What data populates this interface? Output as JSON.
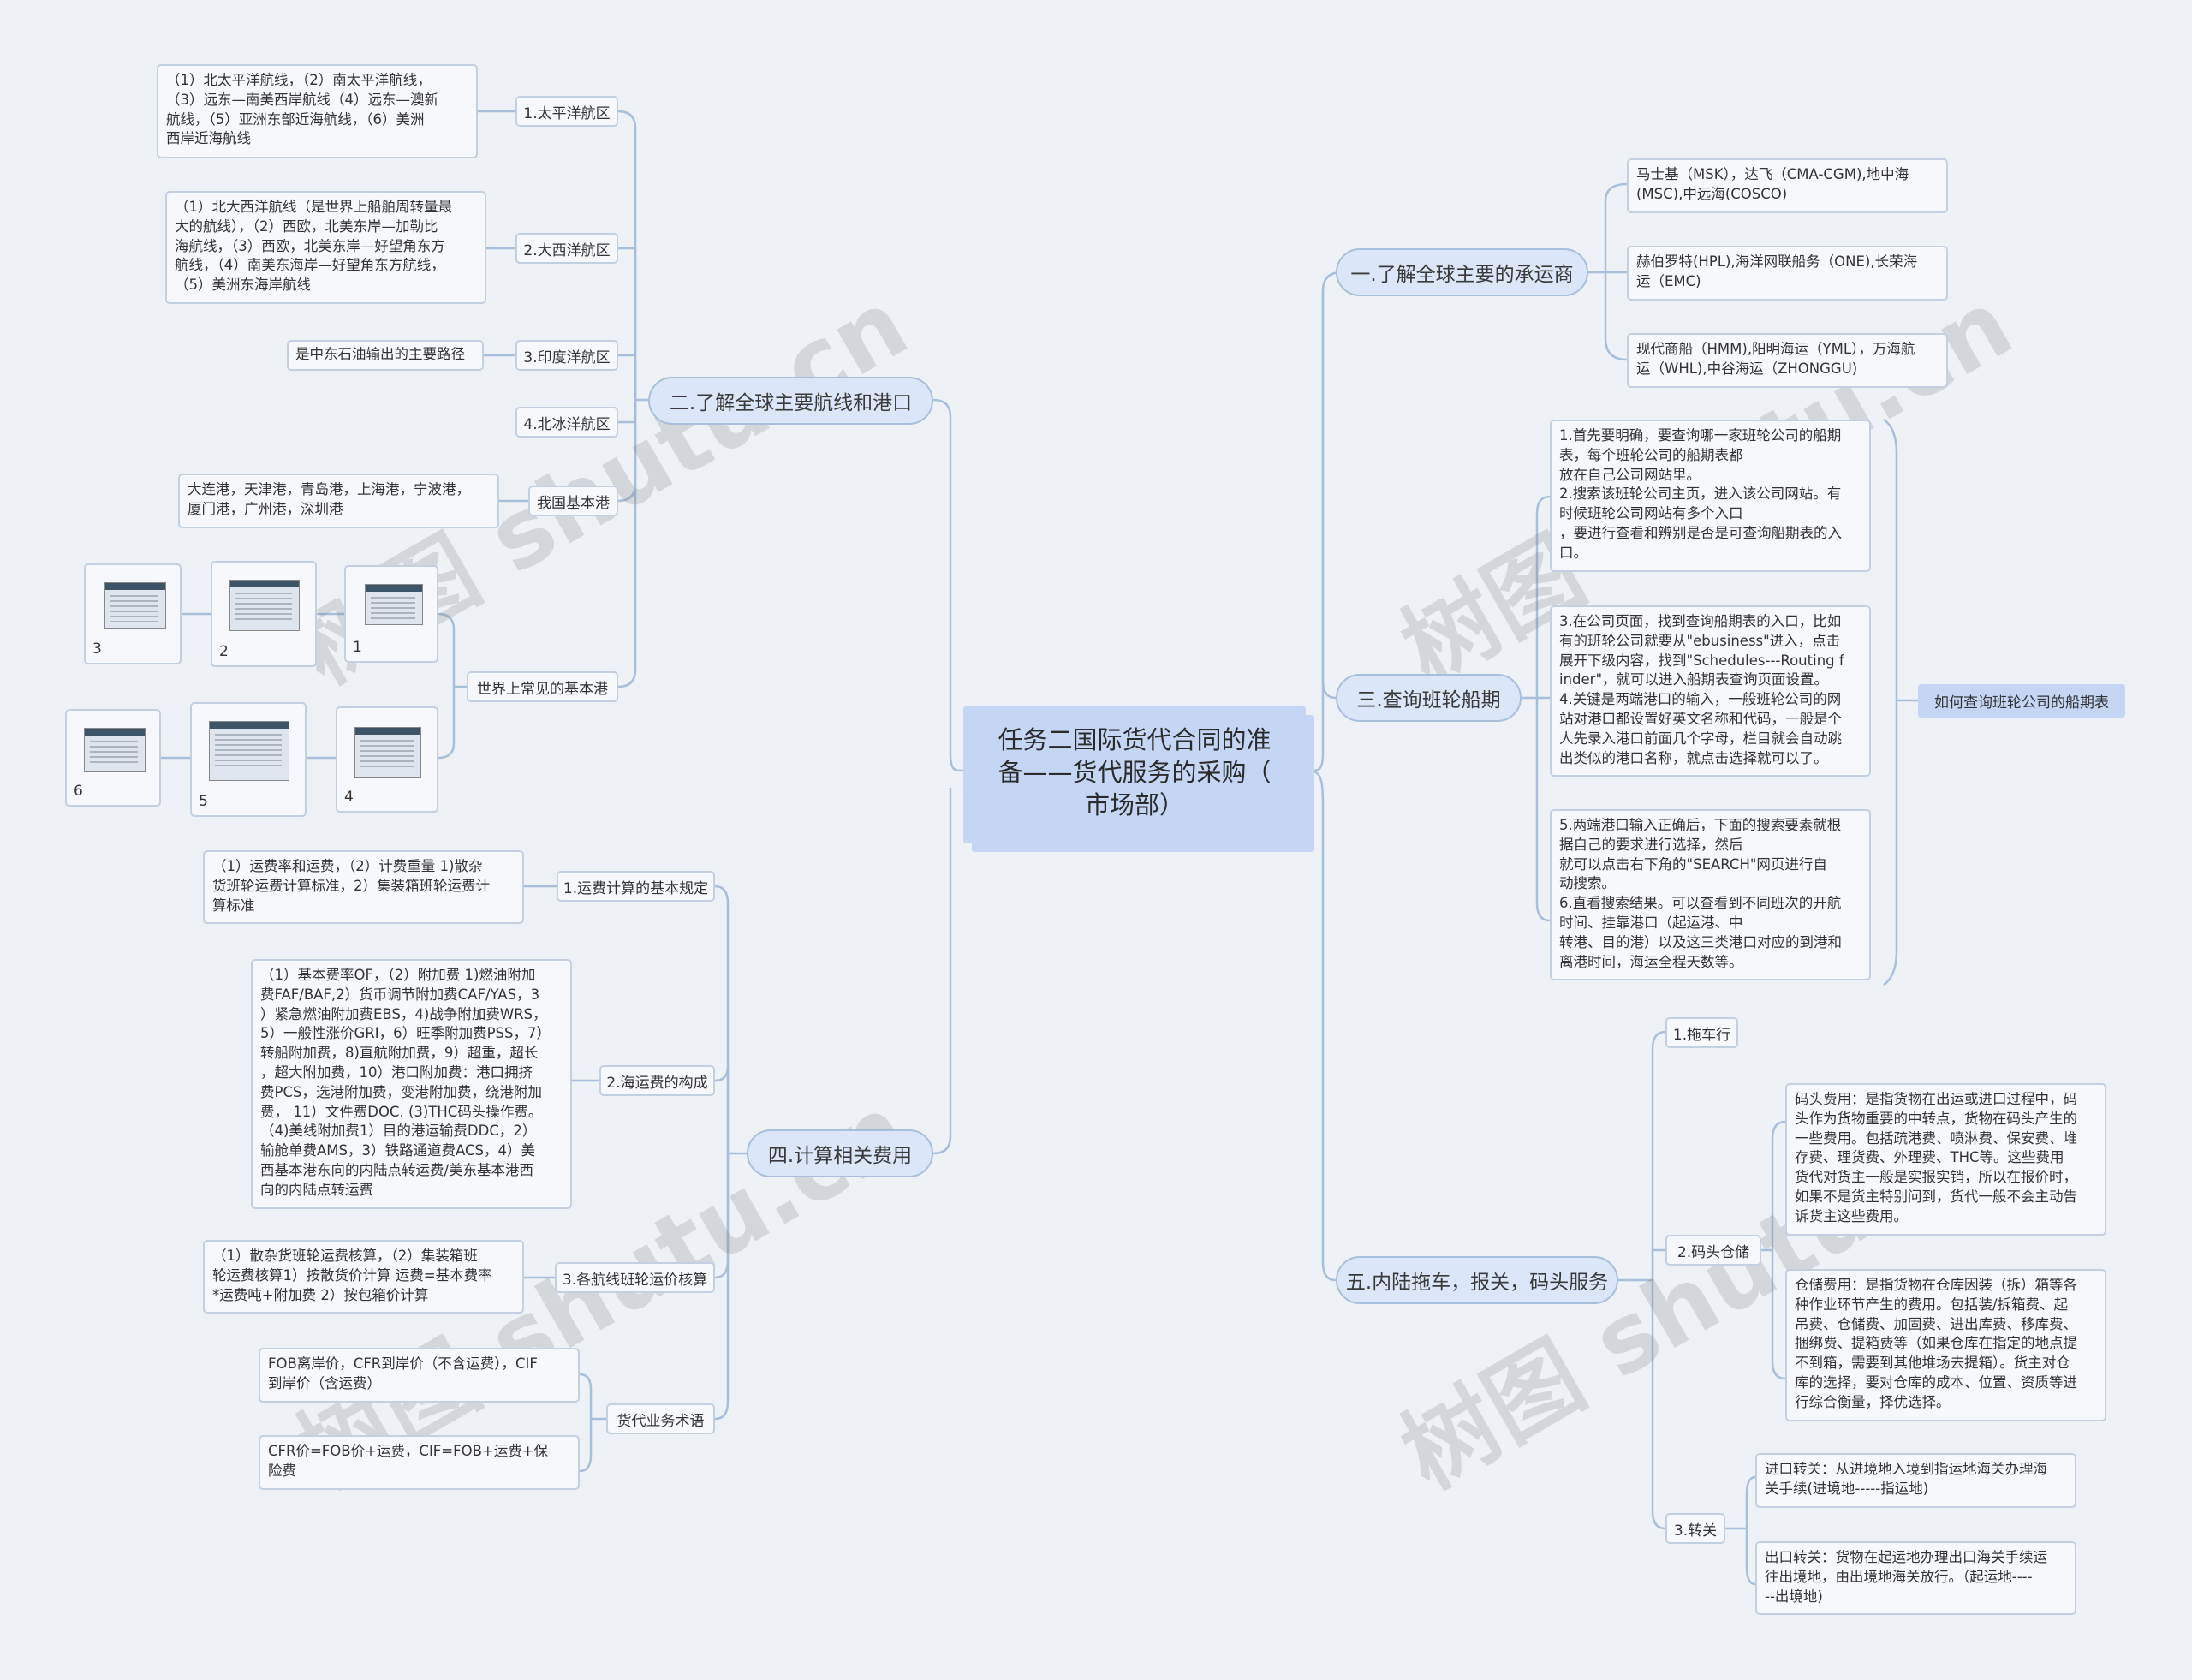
{
  "root": {
    "lines": [
      "任务二国际货代合同的准",
      "备——货代服务的采购（",
      "市场部）"
    ]
  },
  "branch1": {
    "title": "一.了解全球主要的承运商",
    "leaves": [
      {
        "lines": [
          "马士基（MSK），达飞（CMA-CGM),地中海",
          "(MSC),中远海(COSCO)"
        ]
      },
      {
        "lines": [
          "赫伯罗特(HPL),海洋网联船务（ONE),长荣海",
          "运（EMC)"
        ]
      },
      {
        "lines": [
          "现代商船（HMM),阳明海运（YML），万海航",
          "运（WHL),中谷海运（ZHONGGU)"
        ]
      }
    ]
  },
  "branch2": {
    "title": "二.了解全球主要航线和港口",
    "subs": [
      {
        "label": "1.太平洋航区",
        "lines": [
          "（1）北太平洋航线，（2）南太平洋航线，",
          "（3）远东—南美西岸航线（4）远东—澳新",
          "航线，（5）亚洲东部近海航线，（6）美洲",
          "西岸近海航线"
        ]
      },
      {
        "label": "2.大西洋航区",
        "lines": [
          "（1）北大西洋航线（是世界上船舶周转量最",
          "大的航线），（2）西欧，北美东岸—加勒比",
          "海航线，（3）西欧，北美东岸—好望角东方",
          "航线，（4）南美东海岸—好望角东方航线，",
          "（5）美洲东海岸航线"
        ]
      },
      {
        "label": "3.印度洋航区",
        "lines": [
          "是中东石油输出的主要路径"
        ]
      },
      {
        "label": "4.北冰洋航区",
        "lines": []
      },
      {
        "label": "我国基本港",
        "lines": [
          "大连港，天津港，青岛港，上海港，宁波港，",
          "厦门港，广州港，深圳港"
        ]
      },
      {
        "label": "世界上常见的基本港",
        "lines": []
      }
    ],
    "thumbs": [
      "3",
      "2",
      "1",
      "6",
      "5",
      "4"
    ]
  },
  "branch3": {
    "title": "三.查询班轮船期",
    "tag": "如何查询班轮公司的船期表",
    "leaves": [
      {
        "lines": [
          "1.首先要明确，要查询哪一家班轮公司的船期",
          "表，每个班轮公司的船期表都",
          "放在自己公司网站里。",
          "2.搜索该班轮公司主页，进入该公司网站。有",
          "时候班轮公司网站有多个入口",
          "，要进行查看和辨别是否是可查询船期表的入",
          "口。"
        ]
      },
      {
        "lines": [
          "3.在公司页面，找到查询船期表的入口，比如",
          "有的班轮公司就要从\"ebusiness\"进入，点击",
          "展开下级内容，找到\"Schedules---Routing f",
          "inder\"，就可以进入船期表查询页面设置。",
          "4.关键是两端港口的输入，一般班轮公司的网",
          "站对港口都设置好英文名称和代码，一般是个",
          "人先录入港口前面几个字母，栏目就会自动跳",
          "出类似的港口名称，就点击选择就可以了。"
        ]
      },
      {
        "lines": [
          "5.两端港口输入正确后，下面的搜索要素就根",
          "据自己的要求进行选择，然后",
          "就可以点击右下角的\"SEARCH\"网页进行自",
          "动搜索。",
          "6.直看搜索结果。可以查看到不同班次的开航",
          "时间、挂靠港口（起运港、中",
          "转港、目的港）以及这三类港口对应的到港和",
          "离港时间，海运全程天数等。"
        ]
      }
    ]
  },
  "branch4": {
    "title": "四.计算相关费用",
    "subs": [
      {
        "label": "1.运费计算的基本规定",
        "leaves": [
          {
            "lines": [
              "（1）运费率和运费，（2）计费重量 1)散杂",
              "货班轮运费计算标准，2）集装箱班轮运费计",
              "算标准"
            ]
          }
        ]
      },
      {
        "label": "2.海运费的构成",
        "leaves": [
          {
            "lines": [
              "（1）基本费率OF，（2）附加费 1)燃油附加",
              "费FAF/BAF,2）货币调节附加费CAF/YAS，3",
              "）紧急燃油附加费EBS，4)战争附加费WRS，",
              "5）一般性涨价GRI，6）旺季附加费PSS，7）",
              "转船附加费，8)直航附加费，9）超重，超长",
              "，超大附加费，10）港口附加费：港口拥挤",
              "费PCS，选港附加费，变港附加费，绕港附加",
              "费，  11）文件费DOC. (3)THC码头操作费。",
              "（4)美线附加费1）目的港运输费DDC，2）",
              "输舱单费AMS，3）铁路通道费ACS，4）美",
              "西基本港东向的内陆点转运费/美东基本港西",
              "向的内陆点转运费"
            ]
          }
        ]
      },
      {
        "label": "3.各航线班轮运价核算",
        "leaves": [
          {
            "lines": [
              "（1）散杂货班轮运费核算，（2）集装箱班",
              "轮运费核算1）按散货价计算 运费=基本费率",
              "*运费吨+附加费 2）按包箱价计算"
            ]
          }
        ]
      },
      {
        "label": "货代业务术语",
        "leaves": [
          {
            "lines": [
              "FOB离岸价，CFR到岸价（不含运费），CIF",
              "到岸价（含运费）"
            ]
          },
          {
            "lines": [
              "CFR价=FOB价+运费，CIF=FOB+运费+保",
              "险费"
            ]
          }
        ]
      }
    ]
  },
  "branch5": {
    "title": "五.内陆拖车，报关，码头服务",
    "subs": [
      {
        "label": "1.拖车行",
        "leaves": []
      },
      {
        "label": "2.码头仓储",
        "leaves": [
          {
            "lines": [
              "码头费用：是指货物在出运或进口过程中，码",
              "头作为货物重要的中转点，货物在码头产生的",
              "一些费用。包括疏港费、喷淋费、保安费、堆",
              "存费、理货费、外理费、THC等。这些费用",
              "货代对货主一般是实报实销，所以在报价时，",
              "如果不是货主特别问到，货代一般不会主动告",
              "诉货主这些费用。"
            ]
          },
          {
            "lines": [
              "仓储费用：是指货物在仓库因装（拆）箱等各",
              "种作业环节产生的费用。包括装/拆箱费、起",
              "吊费、仓储费、加固费、进出库费、移库费、",
              "捆绑费、提箱费等（如果仓库在指定的地点提",
              "不到箱，需要到其他堆场去提箱）。货主对仓",
              "库的选择，要对仓库的成本、位置、资质等进",
              "行综合衡量，择优选择。"
            ]
          }
        ]
      },
      {
        "label": "3.转关",
        "leaves": [
          {
            "lines": [
              "进口转关：从进境地入境到指运地海关办理海",
              "关手续(进境地-----指运地)"
            ]
          },
          {
            "lines": [
              "出口转关：货物在起运地办理出口海关手续运",
              "往出境地，由出境地海关放行。（起运地----",
              "--出境地)"
            ]
          }
        ]
      }
    ]
  },
  "watermark": "树图 shutu.cn"
}
